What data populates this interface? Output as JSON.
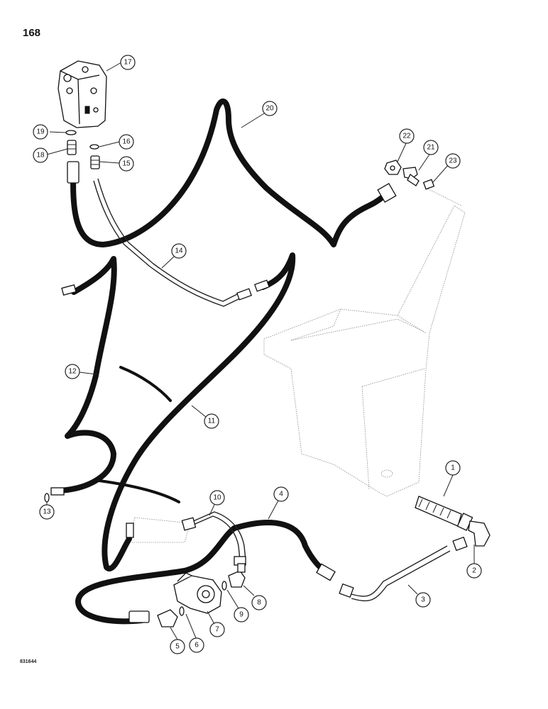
{
  "page": {
    "number": "168",
    "figure_code": "831644"
  },
  "callouts": [
    {
      "id": "c1",
      "label": "1"
    },
    {
      "id": "c2",
      "label": "2"
    },
    {
      "id": "c3",
      "label": "3"
    },
    {
      "id": "c4",
      "label": "4"
    },
    {
      "id": "c5",
      "label": "5"
    },
    {
      "id": "c6",
      "label": "6"
    },
    {
      "id": "c7",
      "label": "7"
    },
    {
      "id": "c8",
      "label": "8"
    },
    {
      "id": "c9",
      "label": "9"
    },
    {
      "id": "c10",
      "label": "10"
    },
    {
      "id": "c11",
      "label": "11"
    },
    {
      "id": "c12",
      "label": "12"
    },
    {
      "id": "c13",
      "label": "13"
    },
    {
      "id": "c14",
      "label": "14"
    },
    {
      "id": "c15",
      "label": "15"
    },
    {
      "id": "c16",
      "label": "16"
    },
    {
      "id": "c17",
      "label": "17"
    },
    {
      "id": "c18",
      "label": "18"
    },
    {
      "id": "c19",
      "label": "19"
    },
    {
      "id": "c20",
      "label": "20"
    },
    {
      "id": "c21",
      "label": "21"
    },
    {
      "id": "c22",
      "label": "22"
    },
    {
      "id": "c23",
      "label": "23"
    }
  ]
}
